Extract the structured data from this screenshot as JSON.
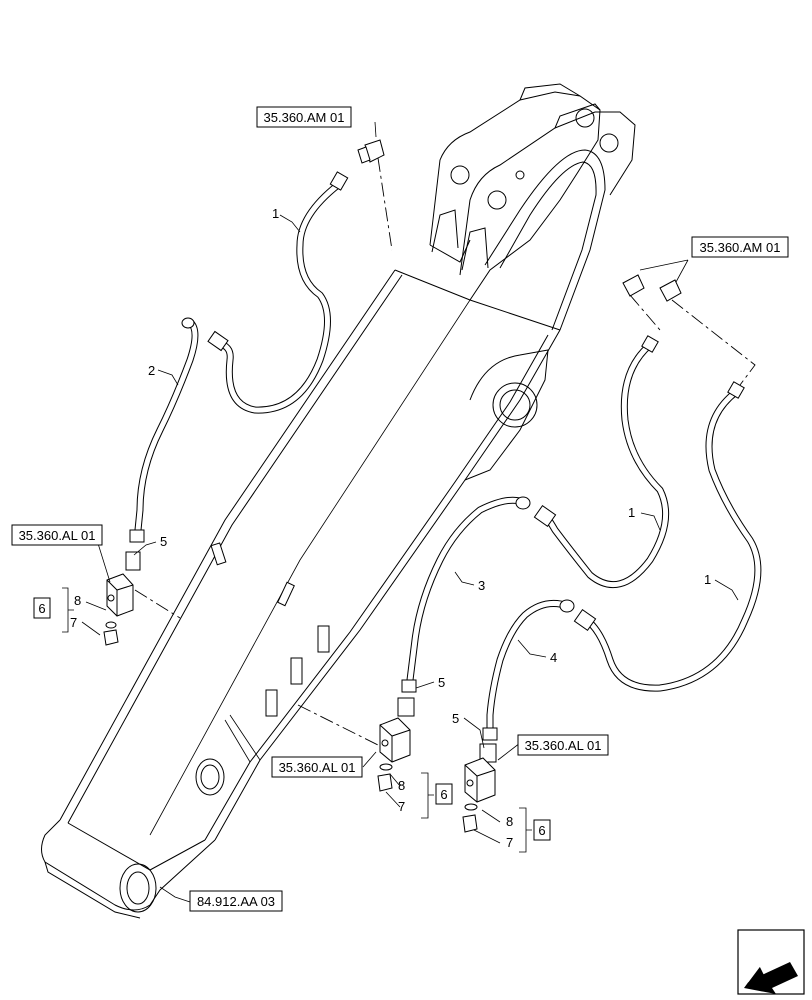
{
  "refs": {
    "am_top": "35.360.AM 01",
    "am_right": "35.360.AM 01",
    "al_left": "35.360.AL 01",
    "al_mid": "35.360.AL 01",
    "al_right": "35.360.AL 01",
    "aa_bottom": "84.912.AA 03"
  },
  "callouts": {
    "c1_top": "1",
    "c2": "2",
    "c5_left": "5",
    "c8_left": "8",
    "c7_left": "7",
    "c6_left": "6",
    "c1_mid": "1",
    "c1_right": "1",
    "c3": "3",
    "c4": "4",
    "c5_mid": "5",
    "c5_right": "5",
    "c8_mid": "8",
    "c7_mid": "7",
    "c6_mid": "6",
    "c8_right": "8",
    "c7_right": "7",
    "c6_right": "6"
  },
  "icons": {
    "nav": "arrow-icon"
  }
}
